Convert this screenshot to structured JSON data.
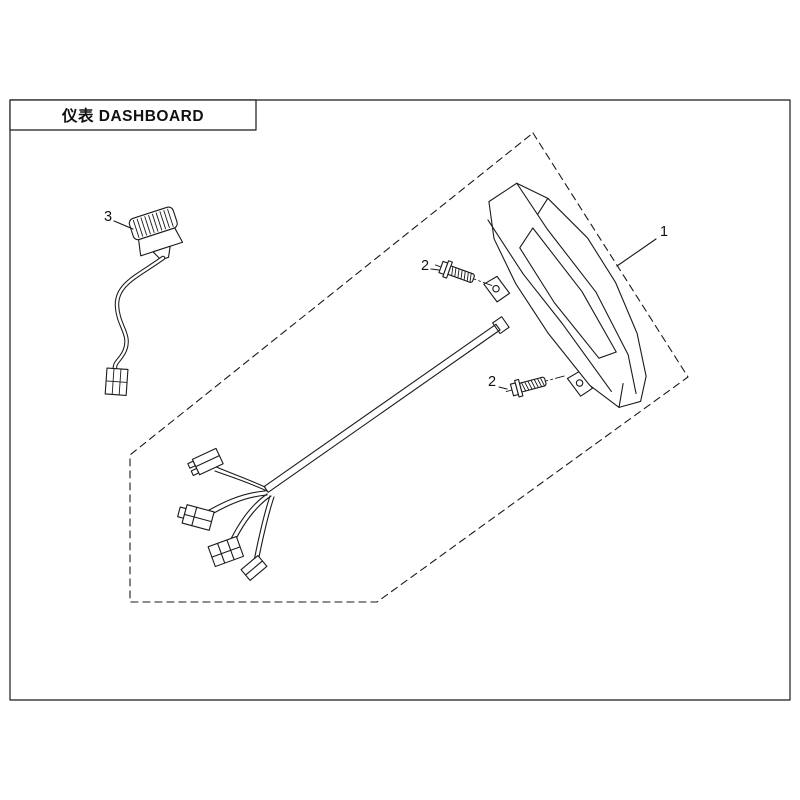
{
  "header": {
    "title": "仪表 DASHBOARD"
  },
  "callouts": {
    "part1": "1",
    "screw_upper": "2",
    "screw_lower": "2",
    "sensor": "3"
  },
  "colors": {
    "line": "#1a1a1a",
    "background": "#ffffff"
  }
}
